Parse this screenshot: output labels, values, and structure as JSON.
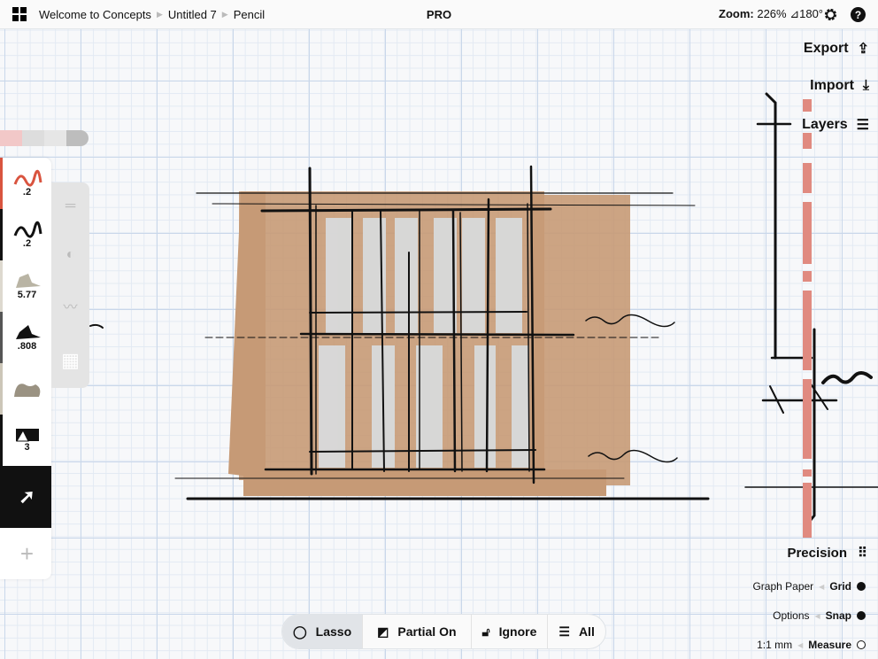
{
  "topbar": {
    "breadcrumbs": [
      "Welcome to Concepts",
      "Untitled 7",
      "Pencil"
    ],
    "badge": "PRO",
    "zoom_label": "Zoom:",
    "zoom_value": "226%",
    "rotation": "180°"
  },
  "right_menu": {
    "export": "Export",
    "import": "Import",
    "layers": "Layers"
  },
  "tools": [
    {
      "value": ".2",
      "color": "#d9543f"
    },
    {
      "value": ".2",
      "color": "#111111"
    },
    {
      "value": "5.77",
      "color": "#b9b4a4"
    },
    {
      "value": ".808",
      "color": "#111111"
    },
    {
      "value": "",
      "color": "#9a9282"
    },
    {
      "value": "3",
      "color": "#111111"
    }
  ],
  "bottom": {
    "lasso": "Lasso",
    "partial": "Partial On",
    "ignore": "Ignore",
    "all": "All"
  },
  "precision": {
    "title": "Precision",
    "graph_paper": "Graph Paper",
    "grid": "Grid",
    "grid_on": true,
    "options": "Options",
    "snap": "Snap",
    "snap_on": true,
    "scale": "1:1 mm",
    "measure": "Measure",
    "measure_on": false
  },
  "colors": {
    "accent": "#d9543f",
    "wash": "#c69a76"
  }
}
